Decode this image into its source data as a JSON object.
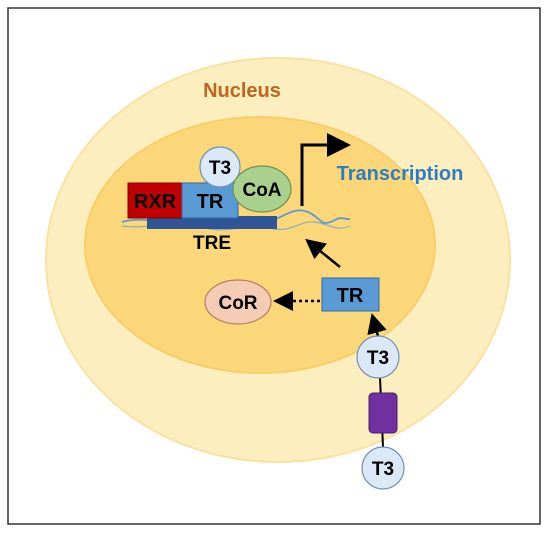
{
  "labels": {
    "nucleus": "Nucleus",
    "transcription": "Transcription",
    "tre": "TRE",
    "rxr": "RXR",
    "tr_bound": "TR",
    "t3_bound": "T3",
    "coa": "CoA",
    "tr_free": "TR",
    "cor": "CoR",
    "t3_inner": "T3",
    "t3_outer": "T3"
  },
  "colors": {
    "border": "#333333",
    "cell_fill": "#fdeec0",
    "cell_edge": "#f8e2a0",
    "nucleus_fill": "#fbd779",
    "nucleus_edge": "#f7cf6a",
    "nucleus_label": "#c0651c",
    "transcription_label": "#2f7dc1",
    "rxr_fill": "#c00000",
    "tr_fill": "#5b9bd5",
    "tre_fill": "#2f5597",
    "t3_fill": "#dae8f7",
    "coa_fill": "#a9d18e",
    "cor_fill": "#f4cbb5",
    "transporter_fill": "#7030a0",
    "dna_line": "#5b9bd5"
  }
}
